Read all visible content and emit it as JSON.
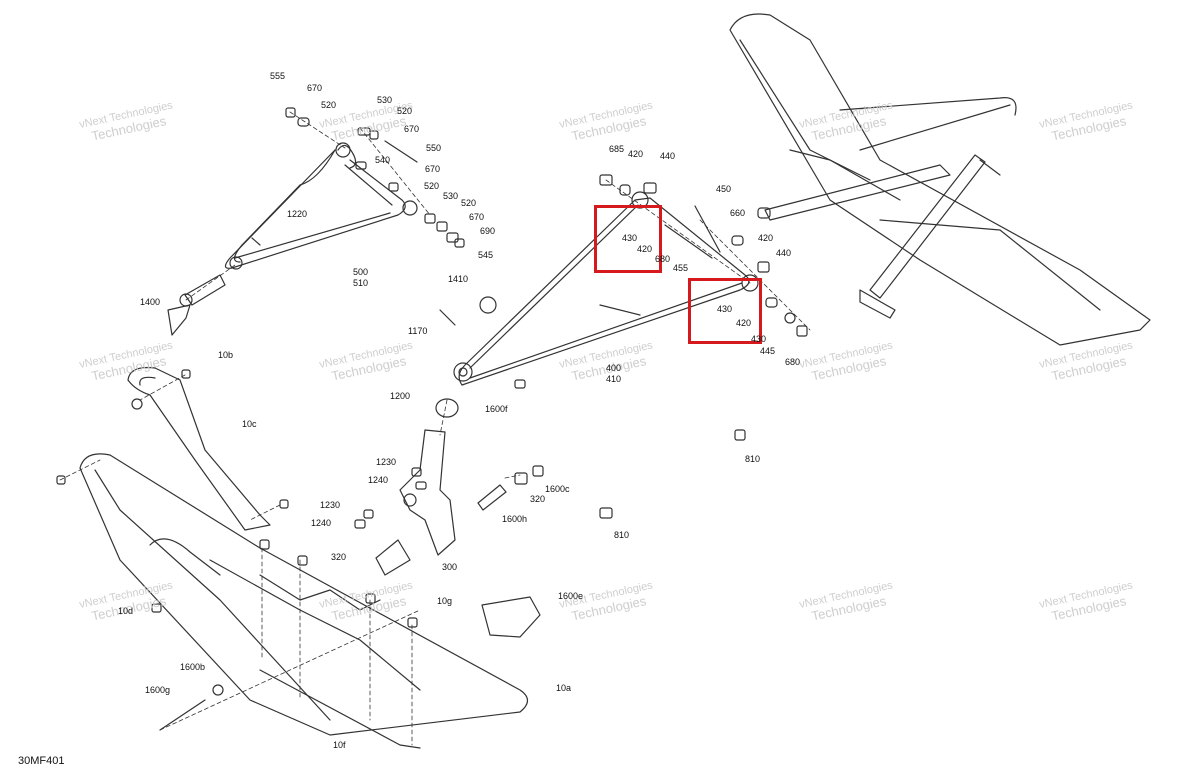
{
  "diagram": {
    "doc_id": "30MF401",
    "watermark": {
      "line1": "vNext Technologies",
      "line2": "Technologies"
    },
    "part_labels": [
      "555",
      "670",
      "520",
      "530",
      "520",
      "670",
      "550",
      "540",
      "670",
      "520",
      "530",
      "520",
      "670",
      "690",
      "545",
      "1220",
      "500",
      "510",
      "1400",
      "685",
      "420",
      "440",
      "450",
      "660",
      "420",
      "430",
      "420",
      "680",
      "455",
      "440",
      "430",
      "420",
      "430",
      "445",
      "680",
      "1410",
      "1170",
      "400",
      "410",
      "1200",
      "1600f",
      "10b",
      "10c",
      "1230",
      "1240",
      "320",
      "1600c",
      "1230",
      "1240",
      "1600h",
      "300",
      "320",
      "810",
      "810",
      "10d",
      "10g",
      "1600e",
      "1600b",
      "1600g",
      "10a",
      "10f"
    ],
    "highlight_color": "#d6191d"
  }
}
